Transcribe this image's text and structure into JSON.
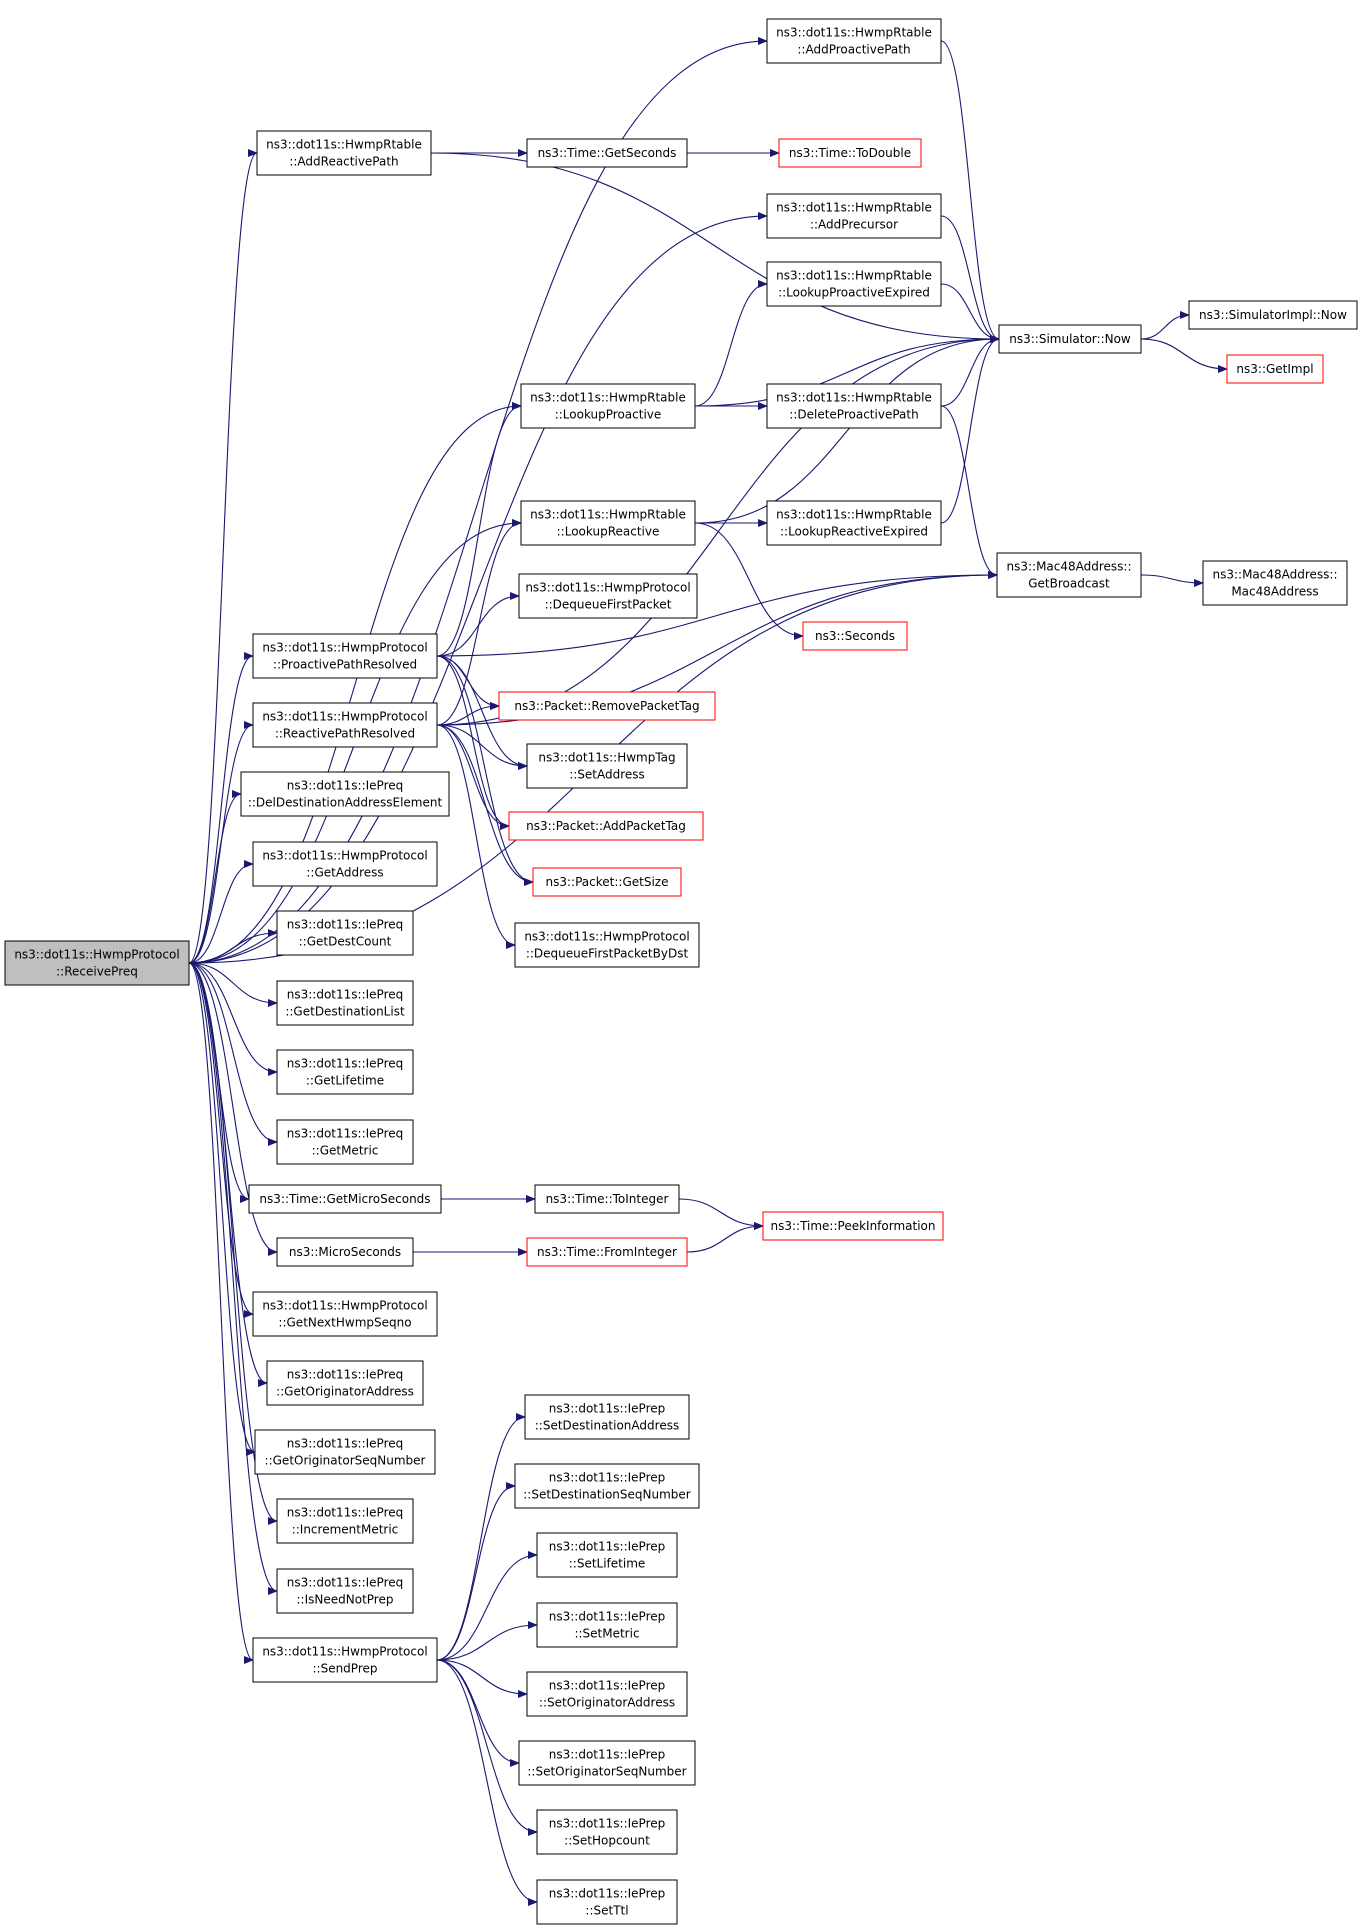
{
  "colors": {
    "edge": "#191970",
    "node_border": "#000000",
    "external_border": "#ff0000",
    "root_fill": "#bfbfbf",
    "node_fill": "#ffffff"
  },
  "nodes": [
    {
      "id": "root",
      "lines": [
        "ns3::dot11s::HwmpProtocol",
        "::ReceivePreq"
      ],
      "kind": "root"
    },
    {
      "id": "addProactivePath",
      "lines": [
        "ns3::dot11s::HwmpRtable",
        "::AddProactivePath"
      ],
      "kind": "normal"
    },
    {
      "id": "addReactivePath",
      "lines": [
        "ns3::dot11s::HwmpRtable",
        "::AddReactivePath"
      ],
      "kind": "normal"
    },
    {
      "id": "timeGetSeconds",
      "lines": [
        "ns3::Time::GetSeconds"
      ],
      "kind": "normal"
    },
    {
      "id": "timeToDouble",
      "lines": [
        "ns3::Time::ToDouble"
      ],
      "kind": "external"
    },
    {
      "id": "addPrecursor",
      "lines": [
        "ns3::dot11s::HwmpRtable",
        "::AddPrecursor"
      ],
      "kind": "normal"
    },
    {
      "id": "lookupProactiveExpired",
      "lines": [
        "ns3::dot11s::HwmpRtable",
        "::LookupProactiveExpired"
      ],
      "kind": "normal"
    },
    {
      "id": "simulatorNow",
      "lines": [
        "ns3::Simulator::Now"
      ],
      "kind": "normal"
    },
    {
      "id": "simImplNow",
      "lines": [
        "ns3::SimulatorImpl::Now"
      ],
      "kind": "normal"
    },
    {
      "id": "getImpl",
      "lines": [
        "ns3::GetImpl"
      ],
      "kind": "external"
    },
    {
      "id": "lookupProactive",
      "lines": [
        "ns3::dot11s::HwmpRtable",
        "::LookupProactive"
      ],
      "kind": "normal"
    },
    {
      "id": "deleteProactivePath",
      "lines": [
        "ns3::dot11s::HwmpRtable",
        "::DeleteProactivePath"
      ],
      "kind": "normal"
    },
    {
      "id": "lookupReactive",
      "lines": [
        "ns3::dot11s::HwmpRtable",
        "::LookupReactive"
      ],
      "kind": "normal"
    },
    {
      "id": "lookupReactiveExpired",
      "lines": [
        "ns3::dot11s::HwmpRtable",
        "::LookupReactiveExpired"
      ],
      "kind": "normal"
    },
    {
      "id": "getBroadcast",
      "lines": [
        "ns3::Mac48Address::",
        "GetBroadcast"
      ],
      "kind": "normal"
    },
    {
      "id": "mac48Address",
      "lines": [
        "ns3::Mac48Address::",
        "Mac48Address"
      ],
      "kind": "normal"
    },
    {
      "id": "dequeueFirstPacket",
      "lines": [
        "ns3::dot11s::HwmpProtocol",
        "::DequeueFirstPacket"
      ],
      "kind": "normal"
    },
    {
      "id": "seconds",
      "lines": [
        "ns3::Seconds"
      ],
      "kind": "external"
    },
    {
      "id": "proactivePathResolved",
      "lines": [
        "ns3::dot11s::HwmpProtocol",
        "::ProactivePathResolved"
      ],
      "kind": "normal"
    },
    {
      "id": "removePacketTag",
      "lines": [
        "ns3::Packet::RemovePacketTag"
      ],
      "kind": "external"
    },
    {
      "id": "reactivePathResolved",
      "lines": [
        "ns3::dot11s::HwmpProtocol",
        "::ReactivePathResolved"
      ],
      "kind": "normal"
    },
    {
      "id": "hwmpTagSetAddress",
      "lines": [
        "ns3::dot11s::HwmpTag",
        "::SetAddress"
      ],
      "kind": "normal"
    },
    {
      "id": "delDestAddrElement",
      "lines": [
        "ns3::dot11s::IePreq",
        "::DelDestinationAddressElement"
      ],
      "kind": "normal"
    },
    {
      "id": "addPacketTag",
      "lines": [
        "ns3::Packet::AddPacketTag"
      ],
      "kind": "external"
    },
    {
      "id": "getAddress",
      "lines": [
        "ns3::dot11s::HwmpProtocol",
        "::GetAddress"
      ],
      "kind": "normal"
    },
    {
      "id": "packetGetSize",
      "lines": [
        "ns3::Packet::GetSize"
      ],
      "kind": "external"
    },
    {
      "id": "dequeueFirstPacketByDst",
      "lines": [
        "ns3::dot11s::HwmpProtocol",
        "::DequeueFirstPacketByDst"
      ],
      "kind": "normal"
    },
    {
      "id": "getDestCount",
      "lines": [
        "ns3::dot11s::IePreq",
        "::GetDestCount"
      ],
      "kind": "normal"
    },
    {
      "id": "getDestinationList",
      "lines": [
        "ns3::dot11s::IePreq",
        "::GetDestinationList"
      ],
      "kind": "normal"
    },
    {
      "id": "getLifetime",
      "lines": [
        "ns3::dot11s::IePreq",
        "::GetLifetime"
      ],
      "kind": "normal"
    },
    {
      "id": "getMetric",
      "lines": [
        "ns3::dot11s::IePreq",
        "::GetMetric"
      ],
      "kind": "normal"
    },
    {
      "id": "getMicroSeconds",
      "lines": [
        "ns3::Time::GetMicroSeconds"
      ],
      "kind": "normal"
    },
    {
      "id": "toInteger",
      "lines": [
        "ns3::Time::ToInteger"
      ],
      "kind": "normal"
    },
    {
      "id": "peekInformation",
      "lines": [
        "ns3::Time::PeekInformation"
      ],
      "kind": "external"
    },
    {
      "id": "microSeconds",
      "lines": [
        "ns3::MicroSeconds"
      ],
      "kind": "normal"
    },
    {
      "id": "fromInteger",
      "lines": [
        "ns3::Time::FromInteger"
      ],
      "kind": "external"
    },
    {
      "id": "getNextHwmpSeqno",
      "lines": [
        "ns3::dot11s::HwmpProtocol",
        "::GetNextHwmpSeqno"
      ],
      "kind": "normal"
    },
    {
      "id": "getOriginatorAddress",
      "lines": [
        "ns3::dot11s::IePreq",
        "::GetOriginatorAddress"
      ],
      "kind": "normal"
    },
    {
      "id": "getOriginatorSeqNumber",
      "lines": [
        "ns3::dot11s::IePreq",
        "::GetOriginatorSeqNumber"
      ],
      "kind": "normal"
    },
    {
      "id": "incrementMetric",
      "lines": [
        "ns3::dot11s::IePreq",
        "::IncrementMetric"
      ],
      "kind": "normal"
    },
    {
      "id": "isNeedNotPrep",
      "lines": [
        "ns3::dot11s::IePreq",
        "::IsNeedNotPrep"
      ],
      "kind": "normal"
    },
    {
      "id": "sendPrep",
      "lines": [
        "ns3::dot11s::HwmpProtocol",
        "::SendPrep"
      ],
      "kind": "normal"
    },
    {
      "id": "setDestinationAddress",
      "lines": [
        "ns3::dot11s::IePrep",
        "::SetDestinationAddress"
      ],
      "kind": "normal"
    },
    {
      "id": "setDestinationSeqNumber",
      "lines": [
        "ns3::dot11s::IePrep",
        "::SetDestinationSeqNumber"
      ],
      "kind": "normal"
    },
    {
      "id": "setLifetime",
      "lines": [
        "ns3::dot11s::IePrep",
        "::SetLifetime"
      ],
      "kind": "normal"
    },
    {
      "id": "setMetric",
      "lines": [
        "ns3::dot11s::IePrep",
        "::SetMetric"
      ],
      "kind": "normal"
    },
    {
      "id": "setOriginatorAddress",
      "lines": [
        "ns3::dot11s::IePrep",
        "::SetOriginatorAddress"
      ],
      "kind": "normal"
    },
    {
      "id": "setOriginatorSeqNumber",
      "lines": [
        "ns3::dot11s::IePrep",
        "::SetOriginatorSeqNumber"
      ],
      "kind": "normal"
    },
    {
      "id": "setHopcount",
      "lines": [
        "ns3::dot11s::IePrep",
        "::SetHopcount"
      ],
      "kind": "normal"
    },
    {
      "id": "setTtl",
      "lines": [
        "ns3::dot11s::IePrep",
        "::SetTtl"
      ],
      "kind": "normal"
    }
  ],
  "edges": [
    [
      "root",
      "addProactivePath"
    ],
    [
      "root",
      "addReactivePath"
    ],
    [
      "root",
      "addPrecursor"
    ],
    [
      "root",
      "lookupProactive"
    ],
    [
      "root",
      "getBroadcast"
    ],
    [
      "root",
      "lookupReactive"
    ],
    [
      "root",
      "proactivePathResolved"
    ],
    [
      "root",
      "reactivePathResolved"
    ],
    [
      "root",
      "delDestAddrElement"
    ],
    [
      "root",
      "getAddress"
    ],
    [
      "root",
      "getDestCount"
    ],
    [
      "root",
      "getDestinationList"
    ],
    [
      "root",
      "getLifetime"
    ],
    [
      "root",
      "getMetric"
    ],
    [
      "root",
      "getMicroSeconds"
    ],
    [
      "root",
      "microSeconds"
    ],
    [
      "root",
      "getNextHwmpSeqno"
    ],
    [
      "root",
      "getOriginatorAddress"
    ],
    [
      "root",
      "getOriginatorSeqNumber"
    ],
    [
      "root",
      "incrementMetric"
    ],
    [
      "root",
      "isNeedNotPrep"
    ],
    [
      "root",
      "sendPrep"
    ],
    [
      "addProactivePath",
      "simulatorNow"
    ],
    [
      "addReactivePath",
      "timeGetSeconds"
    ],
    [
      "addReactivePath",
      "simulatorNow"
    ],
    [
      "timeGetSeconds",
      "timeToDouble"
    ],
    [
      "addPrecursor",
      "simulatorNow"
    ],
    [
      "lookupProactiveExpired",
      "simulatorNow"
    ],
    [
      "simulatorNow",
      "simImplNow"
    ],
    [
      "simulatorNow",
      "getImpl"
    ],
    [
      "lookupProactive",
      "lookupProactiveExpired"
    ],
    [
      "lookupProactive",
      "simulatorNow"
    ],
    [
      "lookupProactive",
      "deleteProactivePath"
    ],
    [
      "deleteProactivePath",
      "simulatorNow"
    ],
    [
      "deleteProactivePath",
      "getBroadcast"
    ],
    [
      "lookupReactive",
      "lookupReactiveExpired"
    ],
    [
      "lookupReactive",
      "simulatorNow"
    ],
    [
      "lookupReactive",
      "seconds"
    ],
    [
      "lookupReactiveExpired",
      "simulatorNow"
    ],
    [
      "getBroadcast",
      "mac48Address"
    ],
    [
      "proactivePathResolved",
      "lookupProactive"
    ],
    [
      "proactivePathResolved",
      "dequeueFirstPacket"
    ],
    [
      "proactivePathResolved",
      "getBroadcast"
    ],
    [
      "proactivePathResolved",
      "removePacketTag"
    ],
    [
      "proactivePathResolved",
      "hwmpTagSetAddress"
    ],
    [
      "proactivePathResolved",
      "addPacketTag"
    ],
    [
      "proactivePathResolved",
      "packetGetSize"
    ],
    [
      "reactivePathResolved",
      "lookupReactive"
    ],
    [
      "reactivePathResolved",
      "removePacketTag"
    ],
    [
      "reactivePathResolved",
      "hwmpTagSetAddress"
    ],
    [
      "reactivePathResolved",
      "addPacketTag"
    ],
    [
      "reactivePathResolved",
      "packetGetSize"
    ],
    [
      "reactivePathResolved",
      "dequeueFirstPacketByDst"
    ],
    [
      "reactivePathResolved",
      "simulatorNow"
    ],
    [
      "reactivePathResolved",
      "getBroadcast"
    ],
    [
      "getMicroSeconds",
      "toInteger"
    ],
    [
      "toInteger",
      "peekInformation"
    ],
    [
      "microSeconds",
      "fromInteger"
    ],
    [
      "fromInteger",
      "peekInformation"
    ],
    [
      "sendPrep",
      "setDestinationAddress"
    ],
    [
      "sendPrep",
      "setDestinationSeqNumber"
    ],
    [
      "sendPrep",
      "setLifetime"
    ],
    [
      "sendPrep",
      "setMetric"
    ],
    [
      "sendPrep",
      "setOriginatorAddress"
    ],
    [
      "sendPrep",
      "setOriginatorSeqNumber"
    ],
    [
      "sendPrep",
      "setHopcount"
    ],
    [
      "sendPrep",
      "setTtl"
    ]
  ]
}
